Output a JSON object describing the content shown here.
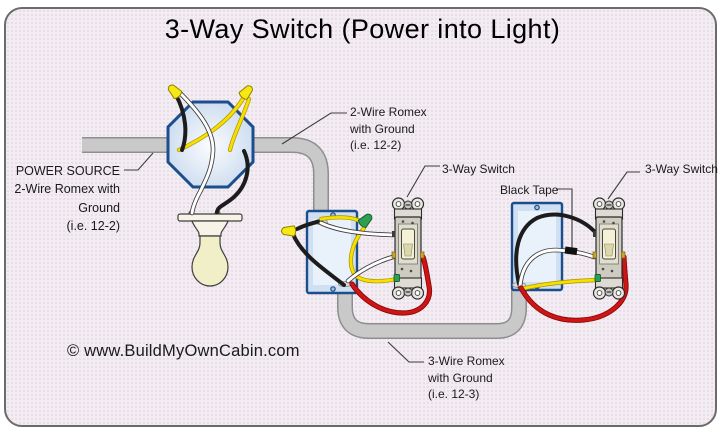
{
  "title": "3-Way Switch (Power into Light)",
  "labels": {
    "power_source": {
      "lines": [
        "POWER SOURCE",
        "2-Wire Romex with",
        "Ground",
        "(i.e. 12-2)"
      ]
    },
    "romex_2wire": {
      "lines": [
        "2-Wire Romex",
        "with Ground",
        "(i.e. 12-2)"
      ]
    },
    "switch_left": "3-Way Switch",
    "switch_right": "3-Way Switch",
    "black_tape": "Black Tape",
    "romex_3wire": {
      "lines": [
        "3-Wire Romex",
        "with Ground",
        "(i.e. 12-3)"
      ]
    },
    "copyright": "© www.BuildMyOwnCabin.com"
  },
  "colors": {
    "background": "#f3edf3",
    "wire_black": "#1c1c1c",
    "wire_white": "#ffffff",
    "wire_yellow": "#f8df00",
    "wire_red": "#cc1616",
    "wire_red_dark": "#8f0505",
    "cable_gray": "#c9c9c9",
    "cable_edge": "#8e8e8e",
    "box_blue_fill": "#cfe0f2",
    "box_blue_stroke": "#1c4e8c",
    "nut_yellow": "#f6e812",
    "nut_green": "#2e9e50"
  }
}
